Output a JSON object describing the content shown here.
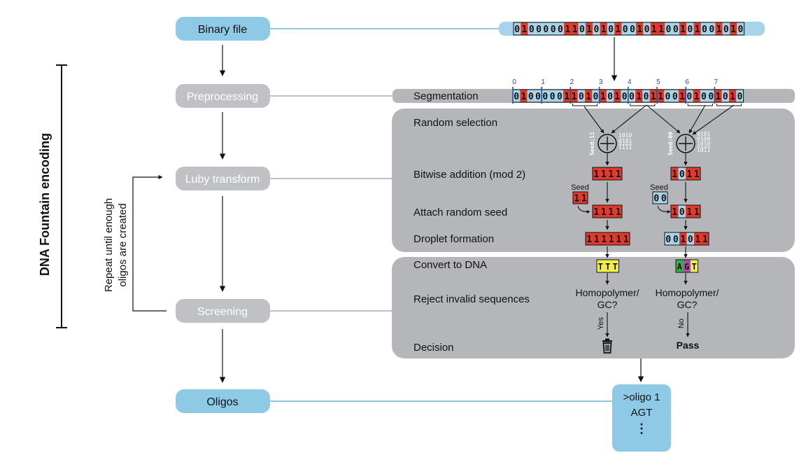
{
  "side": {
    "title": "DNA Fountain encoding",
    "repeat": [
      "Repeat until enough",
      "oligos are created"
    ]
  },
  "steps": {
    "binary": "Binary file",
    "preprocessing": "Preprocessing",
    "luby": "Luby transform",
    "screening": "Screening",
    "oligos": "Oligos"
  },
  "bits": {
    "file": "01000001101010100101100101001010",
    "segment_indices": [
      "0",
      "1",
      "2",
      "3",
      "4",
      "5",
      "6",
      "7"
    ]
  },
  "labels": {
    "segmentation": "Segmentation",
    "random_selection": "Random selection",
    "bitwise_addition": "Bitwise addition (mod 2)",
    "attach_seed": "Attach random seed",
    "droplet": "Droplet formation",
    "convert_dna": "Convert to DNA",
    "reject": "Reject invalid sequences",
    "decision": "Decision"
  },
  "left_example": {
    "seed_label": "Seed:11",
    "xor_inputs": [
      "1010",
      "0101",
      "1111"
    ],
    "sum": "1111",
    "seed_tag": "Seed",
    "seed": "11",
    "droplet": "111111",
    "dna": "TTT",
    "check": [
      "Homopolymer/",
      "GC?"
    ],
    "answer": "Yes",
    "result_icon": "trash-icon"
  },
  "right_example": {
    "seed_label": "Seed:00",
    "xor_inputs": [
      "0101",
      "0100",
      "1010",
      "1011"
    ],
    "sum": "1011",
    "seed_tag": "Seed",
    "seed": "00",
    "droplet": "001011",
    "dna": "AGT",
    "check": [
      "Homopolymer/",
      "GC?"
    ],
    "answer": "No",
    "result": "Pass"
  },
  "oligo_card": {
    "header": ">oligo 1",
    "seq": "AGT",
    "more": "⋮"
  },
  "colors": {
    "blue_pill": "#8ecae6",
    "blue_light": "#a8d4ea",
    "grey_pill": "#bfc1c4",
    "grey_panel": "#b4b6b9",
    "bit_red": "#e03a2c",
    "tick_blue": "#2f4fa0",
    "base_yellow": "#f2ef4a",
    "base_green": "#36b34a",
    "base_purple": "#b04ea8"
  }
}
